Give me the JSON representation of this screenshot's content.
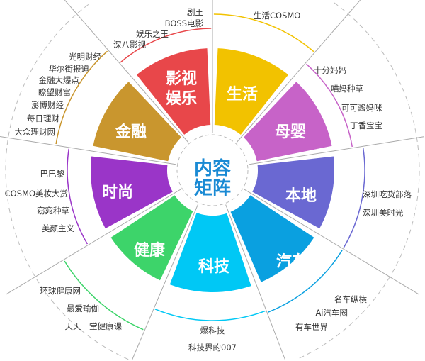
{
  "center": {
    "line1": "内容",
    "line2": "矩阵",
    "color": "#1a8ad4"
  },
  "sectors": [
    {
      "name": "生活",
      "color": "#f2c200",
      "accounts": [
        "生活COSMO"
      ]
    },
    {
      "name": "母婴",
      "color": "#c763c8",
      "accounts": [
        "十分妈妈",
        "喵妈种草",
        "可可酱妈咪",
        "丁香宝宝"
      ]
    },
    {
      "name": "本地",
      "color": "#6a68d2",
      "accounts": [
        "深圳吃货部落",
        "深圳美时光"
      ]
    },
    {
      "name": "汽车",
      "color": "#0aa0e0",
      "accounts": [
        "名车纵横",
        "Ai汽车圈",
        "有车世界"
      ]
    },
    {
      "name": "科技",
      "color": "#00c8f5",
      "accounts": [
        "爆科技",
        "科技界的007"
      ]
    },
    {
      "name": "健康",
      "color": "#3dd46a",
      "accounts": [
        "环球健康网",
        "最爱瑜伽",
        "天天一堂健康课"
      ]
    },
    {
      "name": "时尚",
      "color": "#9a35c8",
      "accounts": [
        "巴巴黎",
        "COSMO美妆大赏",
        "窈窕种草",
        "美颜主义"
      ]
    },
    {
      "name": "金融",
      "color": "#c9962e",
      "accounts": [
        "光明财经",
        "华尔街报道",
        "金融大爆点",
        "瞭望财富",
        "澎博财经",
        "每日理财",
        "大众理财网"
      ]
    },
    {
      "name_line1": "影视",
      "name_line2": "娱乐",
      "color": "#e8474a",
      "accounts": [
        "剧王",
        "BOSS电影",
        "娱乐之王",
        "深八影视"
      ]
    }
  ]
}
